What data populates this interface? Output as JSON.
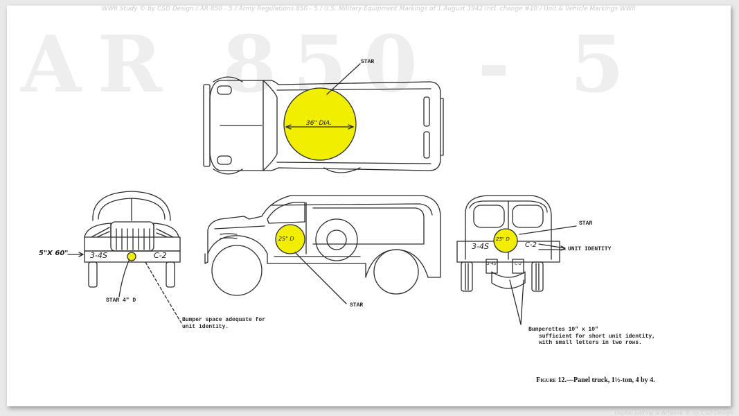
{
  "banner": "WWII Study © by CSD Design / AR 850 - 5 / Army Regulations 850 - 5 / U.S. Military Equipment Markings of 1 August 1942 incl. change #10 / Unit & Vehicle Markings WWII",
  "watermark": "AR 850 - 5",
  "labels": {
    "star_top": "STAR",
    "dia_36": "36\" DIA.",
    "dim_5x60": "5\"X 60\"",
    "front_unit_left": "3-4S",
    "front_unit_right": "C-2",
    "star_4d": "STAR 4\" D",
    "bumper_note_1": "Bumper space adequate for",
    "bumper_note_2": "unit identity.",
    "side_dia": "25\" D",
    "star_side": "STAR",
    "star_rear": "STAR",
    "unit_identity": "UNIT IDENTITY",
    "rear_unit_left": "3-4S",
    "rear_unit_right": "C-2",
    "rear_dia": "25\" D",
    "bumperette_left": "3-4S",
    "bumperette_right": "C-2",
    "bumperettes_1": "Bumperettes 10\" x 10\"",
    "bumperettes_2": "sufficient for short unit identity,",
    "bumperettes_3": "with small letters in two rows."
  },
  "caption": {
    "figure": "Figure 12.",
    "text": "—Panel truck, 1½-ton, 4 by 4."
  },
  "footer": "Digital Editing & Artwork © by CSD Design",
  "colors": {
    "star_fill": "#f2ee00",
    "ink": "#2a2a2a",
    "watermark": "#eeeeee"
  }
}
